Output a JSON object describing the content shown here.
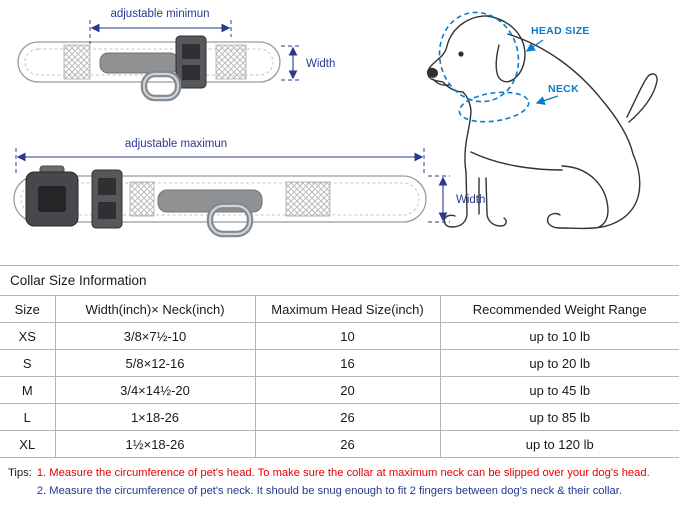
{
  "diagram": {
    "adjustable_min_label": "adjustable minimun",
    "adjustable_max_label": "adjustable maximun",
    "width_label_min": "Width",
    "width_label_max": "Width",
    "head_size_label": "HEAD SIZE",
    "neck_label": "NECK"
  },
  "section_title": "Collar Size Information",
  "table": {
    "headers": [
      "Size",
      "Width(inch)× Neck(inch)",
      "Maximum Head Size(inch)",
      "Recommended Weight Range"
    ],
    "rows": [
      [
        "XS",
        "3/8×7½-10",
        "10",
        "up to 10 lb"
      ],
      [
        "S",
        "5/8×12-16",
        "16",
        "up to 20 lb"
      ],
      [
        "M",
        "3/4×14½-20",
        "20",
        "up to 45 lb"
      ],
      [
        "L",
        "1×18-26",
        "26",
        "up to 85 lb"
      ],
      [
        "XL",
        "1½×18-26",
        "26",
        "up to 120 lb"
      ]
    ]
  },
  "tips": {
    "label": "Tips:",
    "tip1": "1. Measure the circumference of pet's head.  To make sure the collar at maximum neck can be slipped over your dog's head.",
    "tip2": "2. Measure the circumference of pet's neck. It should be snug enough to fit 2 fingers between dog's neck & their collar."
  },
  "colors": {
    "measure_navy": "#2b3990",
    "dog_label_blue": "#0a7cc9",
    "tip_red": "#e60000",
    "tip_blue": "#203a8f",
    "table_border": "#b5b5b5"
  }
}
